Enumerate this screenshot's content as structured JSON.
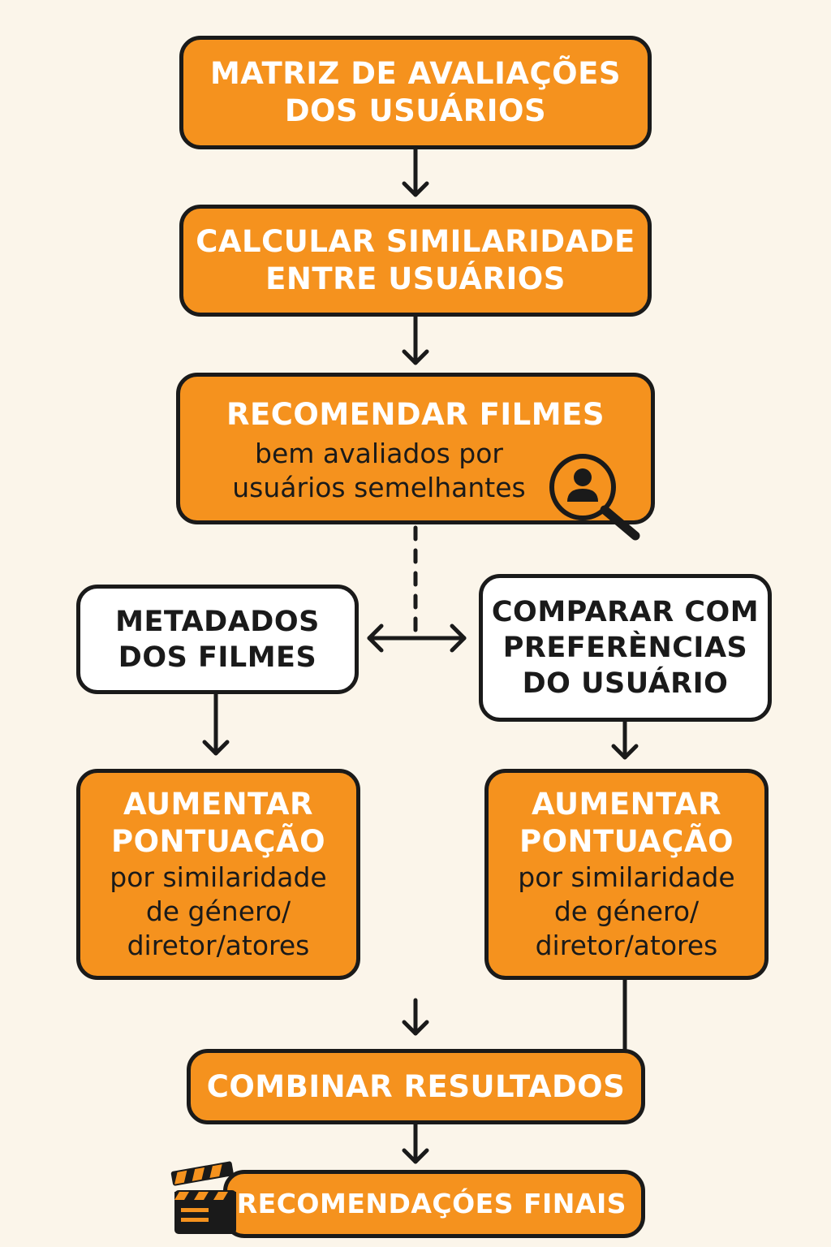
{
  "nodes": {
    "ratings_matrix": {
      "title": "MATRIZ DE AVALIAÇÕES\nDOS USUÁRIOS"
    },
    "similarity": {
      "title": "CALCULAR SIMILARIDADE\nENTRE USUÁRIOS"
    },
    "recommend": {
      "title": "RECOMENDAR FILMES",
      "subtitle": "bem avaliados por\nusuários semelhantes",
      "icon": "user-search-icon"
    },
    "metadata": {
      "title": "METADADOS\nDOS FILMES"
    },
    "compare": {
      "title": "COMPARAR COM\nPREFERÈNCIAS\nDO USUÁRIO"
    },
    "boost_left": {
      "title": "AUMENTAR\nPONTUAÇÃO",
      "subtitle": "por similaridade\nde género/\ndiretor/atores"
    },
    "boost_right": {
      "title": "AUMENTAR\nPONTUAÇÃO",
      "subtitle": "por similaridade\nde género/\ndiretor/atores"
    },
    "combine": {
      "title": "COMBINAR RESULTADOS"
    },
    "final": {
      "title": "RECOMENDAÇÓES FINAIS",
      "icon": "clapperboard-icon"
    }
  },
  "colors": {
    "orange": "#f5921e",
    "outline": "#1a1a1a",
    "background": "#fbf5ea",
    "white": "#ffffff"
  }
}
